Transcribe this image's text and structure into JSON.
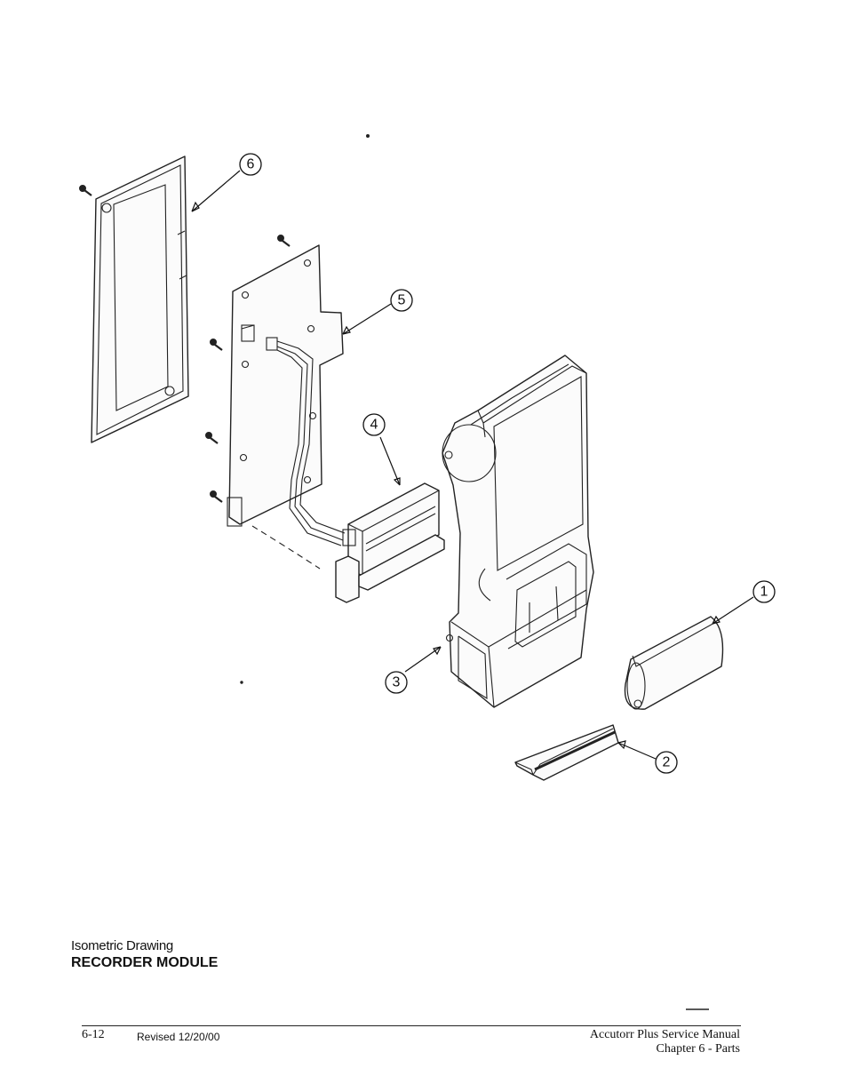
{
  "callouts": [
    "1",
    "2",
    "3",
    "4",
    "5",
    "6"
  ],
  "caption": {
    "subtitle": "Isometric Drawing",
    "title": "RECORDER MODULE"
  },
  "footer": {
    "page": "6-12",
    "revised": "Revised  12/20/00",
    "manual": "Accutorr Plus Service Manual",
    "chapter": "Chapter 6 - Parts"
  }
}
